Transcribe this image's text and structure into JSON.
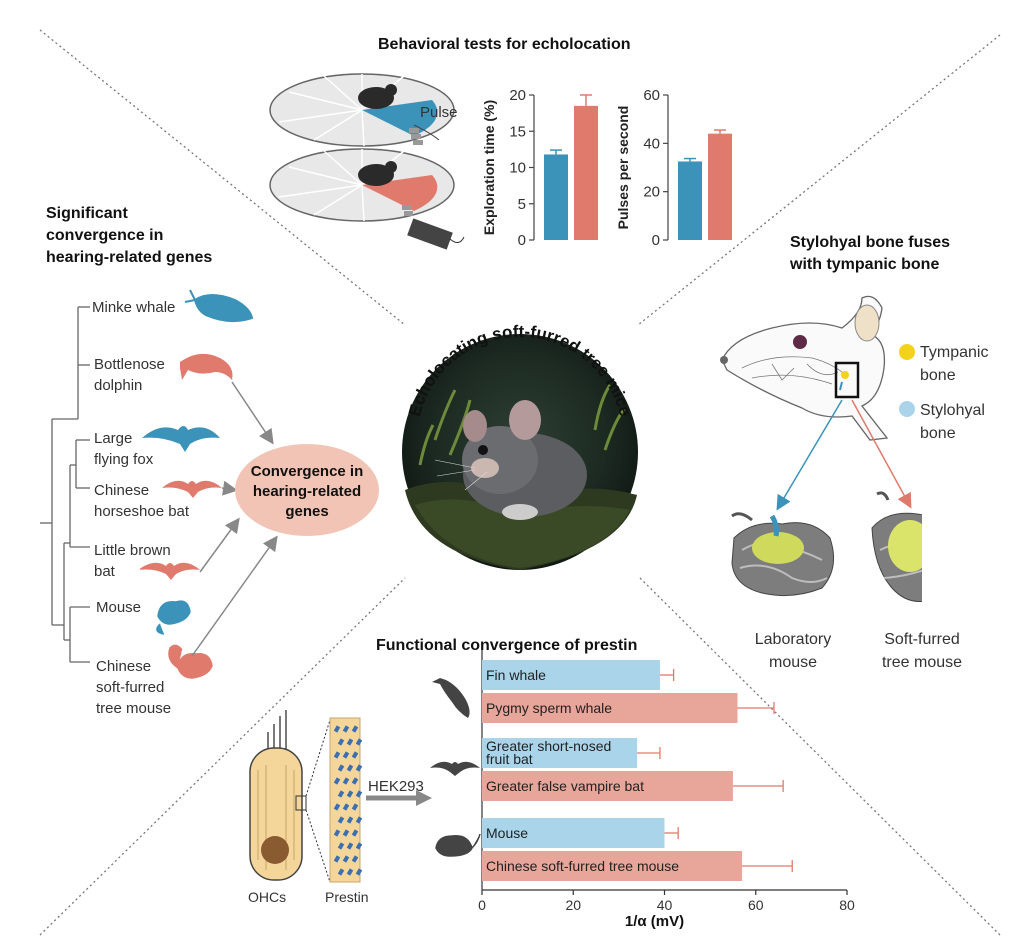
{
  "behavioral": {
    "title": "Behavioral tests for echolocation",
    "pulse_label": "Pulse",
    "chart1": {
      "ylabel": "Exploration time (%)",
      "ticks": [
        0,
        5,
        10,
        15,
        20
      ],
      "ylim": [
        0,
        20
      ],
      "values": [
        11.8,
        18.5
      ],
      "errors": [
        0.6,
        1.5
      ]
    },
    "chart2": {
      "ylabel": "Pulses per second",
      "ticks": [
        0,
        20,
        40,
        60
      ],
      "ylim": [
        0,
        60
      ],
      "values": [
        32.5,
        44
      ],
      "errors": [
        1.2,
        1.5
      ]
    }
  },
  "genes": {
    "title_l1": "Significant",
    "title_l2": "convergence in",
    "title_l3": "hearing-related genes",
    "species": {
      "minke_whale": "Minke whale",
      "bottlenose_l1": "Bottlenose",
      "bottlenose_l2": "dolphin",
      "fox_l1": "Large",
      "fox_l2": "flying fox",
      "horseshoe_l1": "Chinese",
      "horseshoe_l2": "horseshoe bat",
      "brown_l1": "Little brown",
      "brown_l2": "bat",
      "mouse": "Mouse",
      "treemouse_l1": "Chinese",
      "treemouse_l2": "soft-furred",
      "treemouse_l3": "tree mouse"
    },
    "convergence_l1": "Convergence in",
    "convergence_l2": "hearing-related",
    "convergence_l3": "genes"
  },
  "center": {
    "arc_title": "Echolocating soft-furred tree mice"
  },
  "stylohyal": {
    "title_l1": "Stylohyal bone fuses",
    "title_l2": "with tympanic bone",
    "tympanic_l1": "Tympanic",
    "tympanic_l2": "bone",
    "stylohyal_l1": "Stylohyal",
    "stylohyal_l2": "bone",
    "lab_l1": "Laboratory",
    "lab_l2": "mouse",
    "tree_l1": "Soft-furred",
    "tree_l2": "tree mouse"
  },
  "prestin": {
    "title": "Functional convergence of prestin",
    "hek": "HEK293",
    "ohcs": "OHCs",
    "prestin_label": "Prestin"
  },
  "chart_data": {
    "type": "bar",
    "orientation": "horizontal",
    "xlabel": "1/α (mV)",
    "xlim": [
      0,
      80
    ],
    "xticks": [
      0,
      20,
      40,
      60,
      80
    ],
    "categories": [
      "Fin whale",
      "Pygmy sperm whale",
      "Greater short-nosed fruit bat",
      "Greater false vampire bat",
      "Mouse",
      "Chinese soft-furred tree mouse"
    ],
    "labels": [
      [
        "Fin whale"
      ],
      [
        "Pygmy sperm whale"
      ],
      [
        "Greater short-nosed",
        "fruit bat"
      ],
      [
        "Greater false vampire bat"
      ],
      [
        "Mouse"
      ],
      [
        "Chinese soft-furred tree mouse"
      ]
    ],
    "values": [
      39,
      56,
      34,
      55,
      40,
      57
    ],
    "errors": [
      3,
      8,
      5,
      11,
      3,
      11
    ],
    "colors": [
      "#a9d4ea",
      "#e8a59a",
      "#a9d4ea",
      "#e8a59a",
      "#a9d4ea",
      "#e8a59a"
    ]
  },
  "colors": {
    "blue": "#3b93ba",
    "red": "#e07a6d",
    "lightblue": "#a9d4ea",
    "salmon": "#e8a59a",
    "oval": "#f2c4b5",
    "yellow": "#f2d21a"
  }
}
